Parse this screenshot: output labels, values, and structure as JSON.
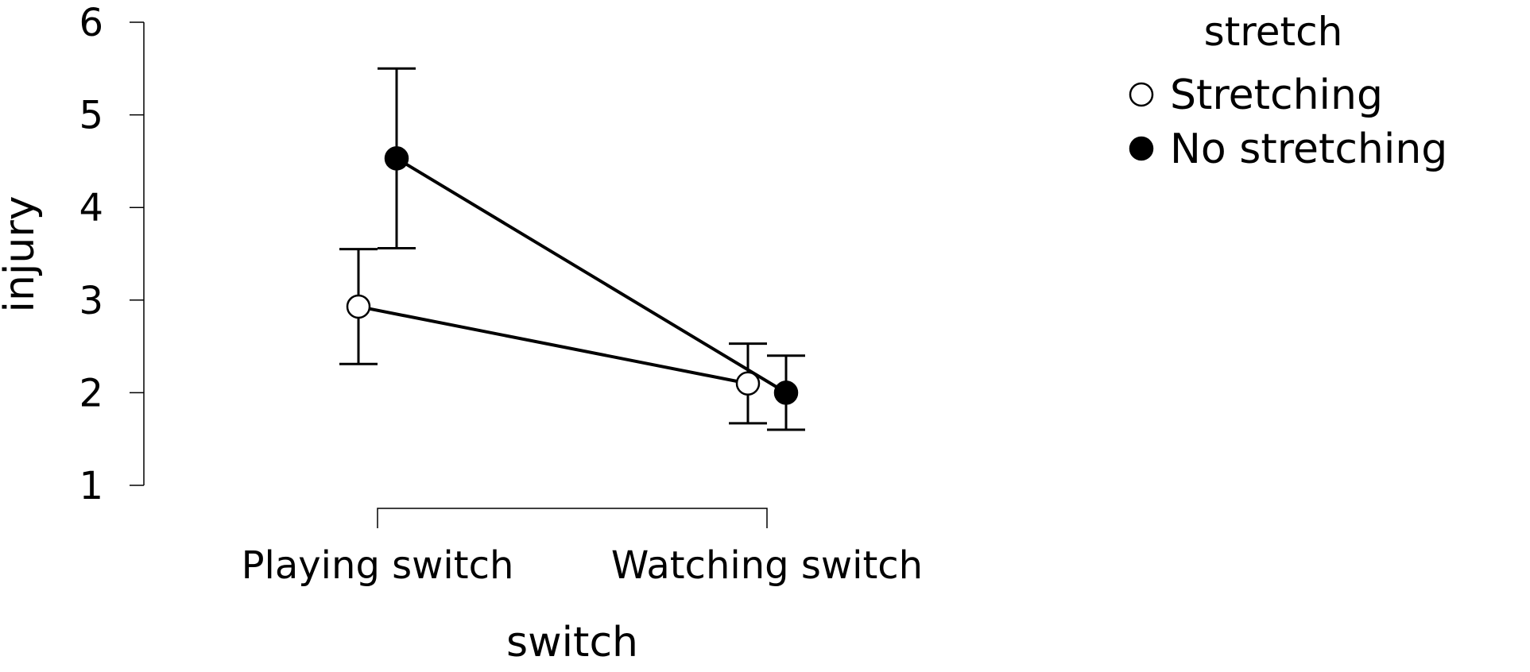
{
  "chart_data": {
    "type": "line",
    "xlabel": "switch",
    "ylabel": "injury",
    "ylim": [
      1,
      6
    ],
    "yticks": [
      1,
      2,
      3,
      4,
      5,
      6
    ],
    "categories": [
      "Playing switch",
      "Watching switch"
    ],
    "legend": {
      "title": "stretch",
      "position": "top-right"
    },
    "grid": false,
    "series": [
      {
        "name": "Stretching",
        "marker": "open-circle",
        "fill": "#ffffff",
        "values": [
          2.93,
          2.1
        ],
        "ci_lower": [
          2.31,
          1.67
        ],
        "ci_upper": [
          3.55,
          2.53
        ]
      },
      {
        "name": "No stretching",
        "marker": "filled-circle",
        "fill": "#000000",
        "values": [
          4.53,
          2.0
        ],
        "ci_lower": [
          3.56,
          1.6
        ],
        "ci_upper": [
          5.5,
          2.4
        ]
      }
    ]
  }
}
